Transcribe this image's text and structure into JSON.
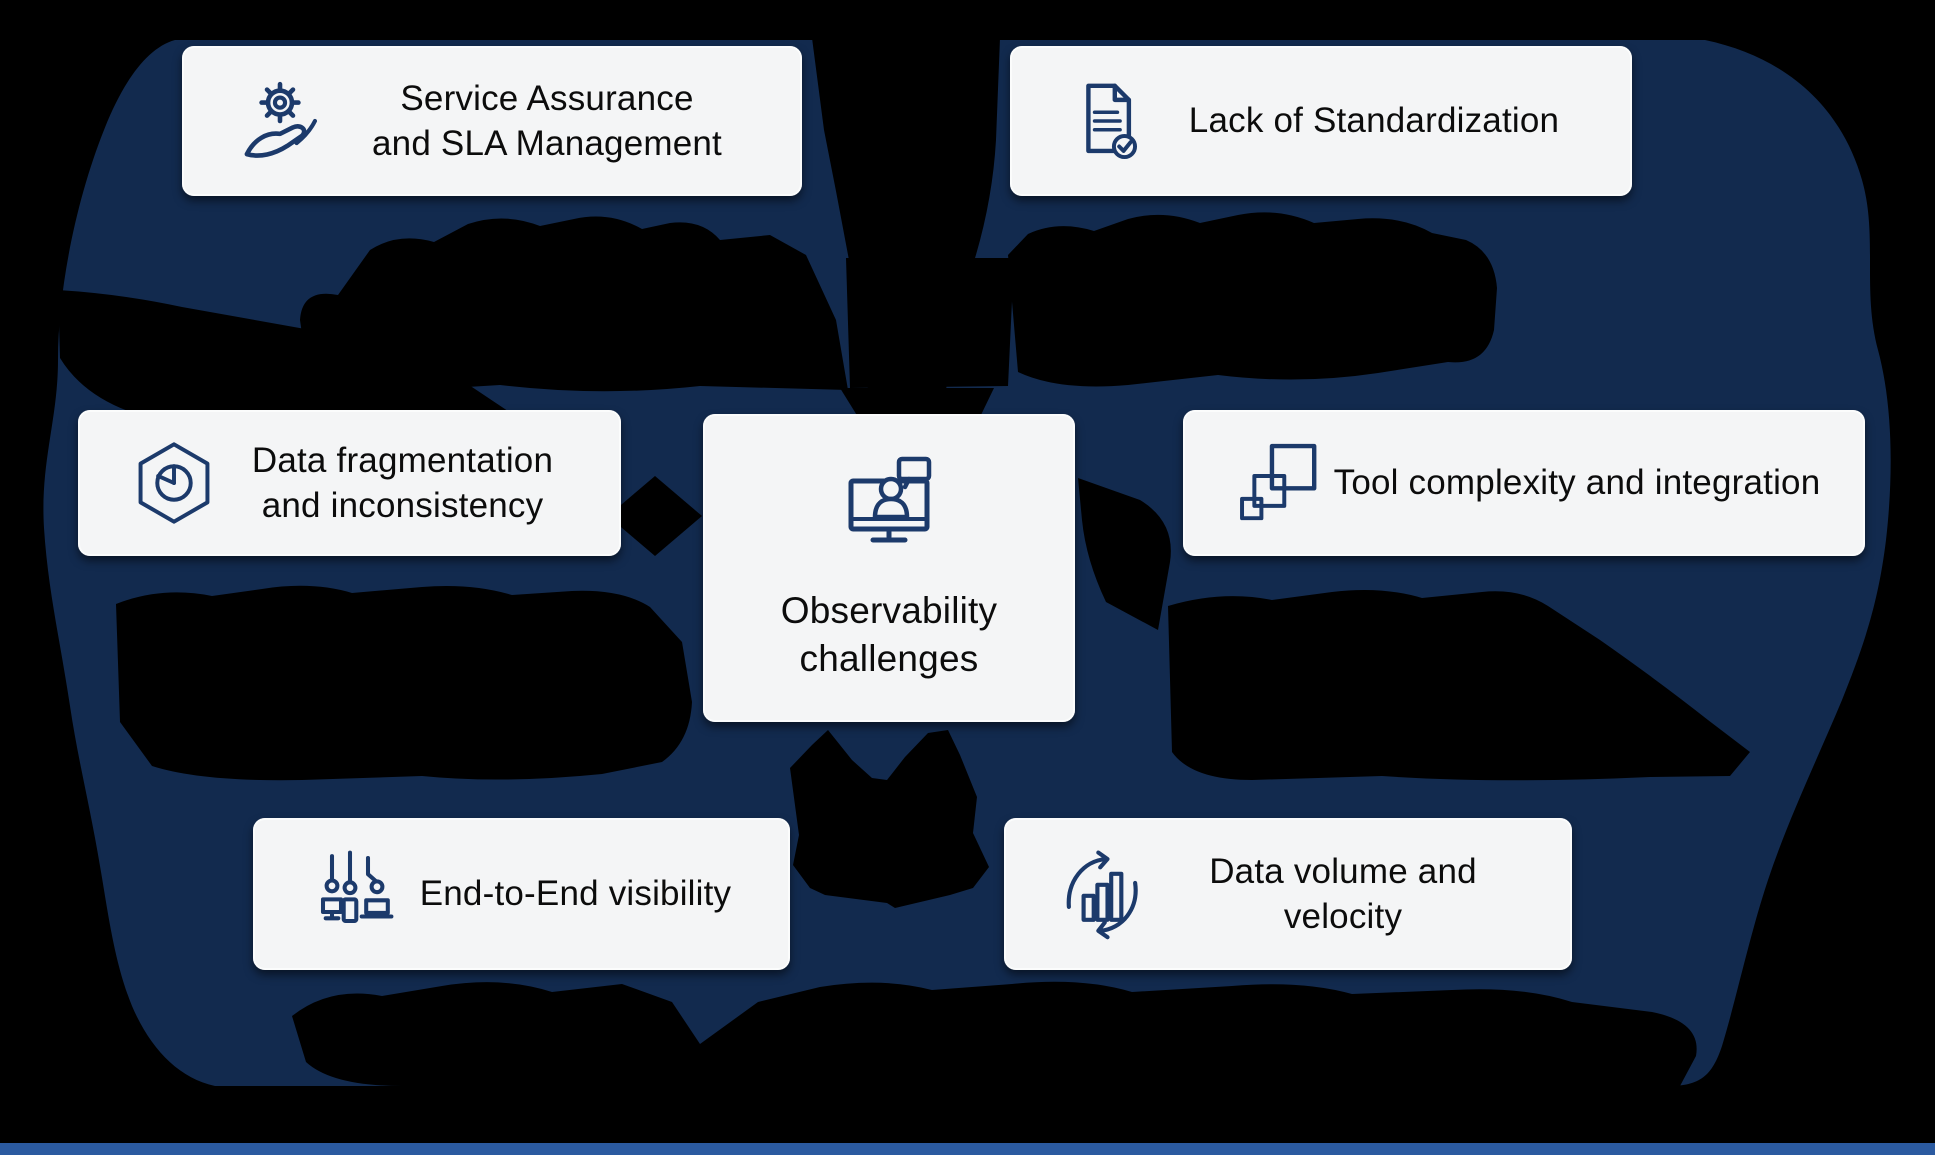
{
  "diagram": {
    "center": {
      "label": "Observability\nchallenges",
      "icon": "monitor-person-chat-icon"
    },
    "nodes": [
      {
        "label": "Service Assurance\nand SLA Management",
        "icon": "gear-hand-icon",
        "position": "top-left"
      },
      {
        "label": "Lack of Standardization",
        "icon": "document-check-icon",
        "position": "top-right"
      },
      {
        "label": "Data fragmentation\nand inconsistency",
        "icon": "hexagon-pie-chart-icon",
        "position": "middle-left"
      },
      {
        "label": "Tool complexity and integration",
        "icon": "overlapping-squares-icon",
        "position": "middle-right"
      },
      {
        "label": "End-to-End visibility",
        "icon": "connected-devices-icon",
        "position": "bottom-left"
      },
      {
        "label": "Data volume and velocity",
        "icon": "bar-chart-sync-icon",
        "position": "bottom-right"
      }
    ],
    "colors": {
      "background": "#000000",
      "blob": "#122a4e",
      "silhouette": "#000000",
      "card_bg": "#f4f5f6",
      "card_text": "#0c0c0c",
      "icon_stroke": "#1c3a6b",
      "bottom_bar": "#2b5aa0"
    }
  }
}
